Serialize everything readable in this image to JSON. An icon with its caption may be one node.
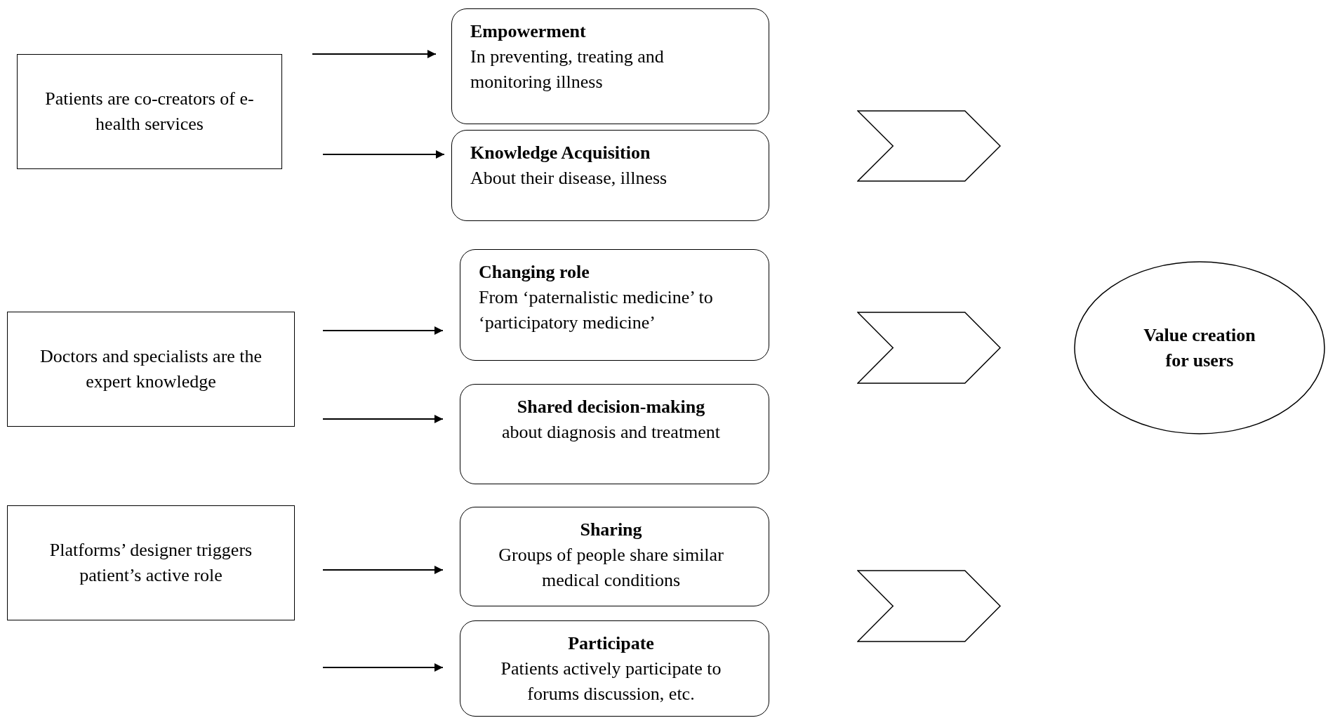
{
  "diagram": {
    "nodes": [
      {
        "text": [
          "Patients are co-creators of e-health services"
        ]
      },
      {
        "text": [
          "Empowerment",
          "In preventing, treating and monitoring illness"
        ]
      },
      {
        "text": [
          "Knowledge Acquisition",
          "About their disease, illness"
        ]
      },
      {
        "text": [],
        "shape": "chevron"
      },
      {
        "text": [
          "Doctors and specialists are the expert knowledge"
        ]
      },
      {
        "text": [
          "Changing role",
          "From ‘paternalistic medicine’ to ‘participatory medicine’"
        ]
      },
      {
        "text": [
          "Shared decision-making",
          "about diagnosis and treatment"
        ]
      },
      {
        "text": [],
        "shape": "chevron"
      },
      {
        "text": [
          "Value creation for users"
        ]
      },
      {
        "text": [
          "Platforms’ designer triggers patient’s active role"
        ]
      },
      {
        "text": [
          "Sharing",
          "Groups of people share similar medical conditions"
        ]
      },
      {
        "text": [
          "Participate",
          "Patients actively participate to forums discussion, etc."
        ]
      },
      {
        "text": [],
        "shape": "chevron"
      }
    ],
    "edges": [
      {
        "from": null,
        "to": 1,
        "arrow": "to"
      },
      {
        "from": null,
        "to": 2,
        "arrow": "to"
      },
      {
        "from": null,
        "to": 5,
        "arrow": "to"
      },
      {
        "from": null,
        "to": 6,
        "arrow": "to"
      },
      {
        "from": null,
        "to": 10,
        "arrow": "to"
      },
      {
        "from": null,
        "to": 11,
        "arrow": "to"
      }
    ]
  }
}
